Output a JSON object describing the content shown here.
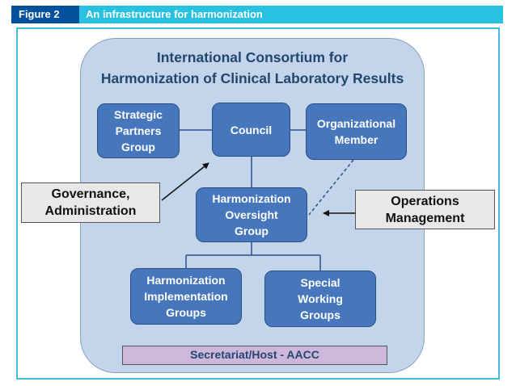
{
  "header": {
    "figure_label": "Figure 2",
    "title": "An infrastructure for harmonization"
  },
  "consortium": {
    "title_line1": "International Consortium for",
    "title_line2": "Harmonization of Clinical Laboratory Results"
  },
  "boxes": {
    "strategic": [
      "Strategic",
      "Partners",
      "Group"
    ],
    "council": [
      "Council"
    ],
    "organizational": [
      "Organizational",
      "Member"
    ],
    "oversight": [
      "Harmonization",
      "Oversight",
      "Group"
    ],
    "implementation": [
      "Harmonization",
      "Implementation",
      "Groups"
    ],
    "special": [
      "Special",
      "Working",
      "Groups"
    ]
  },
  "callouts": {
    "governance": [
      "Governance,",
      "Administration"
    ],
    "operations": [
      "Operations",
      "Management"
    ]
  },
  "secretariat": "Secretariat/Host - AACC",
  "colors": {
    "header_bar": "#29c1e1",
    "figure_label_bg": "#03509c",
    "consortium_bg": "#c2d5eb",
    "box_fill": "#4677bd",
    "title_text": "#23456e",
    "callout_bg": "#e8e8e8",
    "secretariat_bg": "#cdb8dc"
  }
}
